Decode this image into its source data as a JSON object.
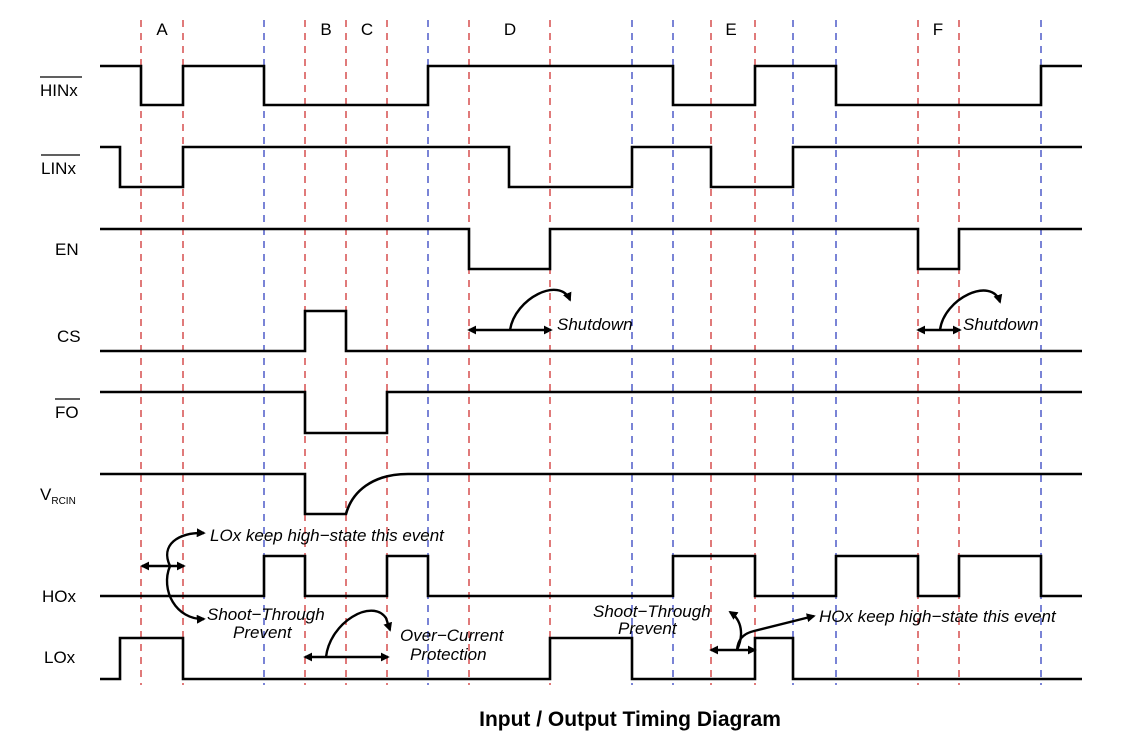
{
  "title": "Input / Output Timing Diagram",
  "regions": [
    "A",
    "B",
    "C",
    "D",
    "E",
    "F"
  ],
  "signals": [
    {
      "key": "hin",
      "label": "HINx",
      "overbar": true
    },
    {
      "key": "lin",
      "label": "LINx",
      "overbar": true
    },
    {
      "key": "en",
      "label": "EN",
      "overbar": false
    },
    {
      "key": "cs",
      "label": "CS",
      "overbar": false
    },
    {
      "key": "fo",
      "label": "FO",
      "overbar": true
    },
    {
      "key": "vrcin",
      "label": "V",
      "subscript": "RCIN",
      "overbar": false
    },
    {
      "key": "ho",
      "label": "HOx",
      "overbar": false
    },
    {
      "key": "lo",
      "label": "LOx",
      "overbar": false
    }
  ],
  "annotations": {
    "lo_keep": "LOx keep high−state this event",
    "shoot1_l1": "Shoot−Through",
    "shoot1_l2": "Prevent",
    "overcurrent_l1": "Over−Current",
    "overcurrent_l2": "Protection",
    "shutdown1": "Shutdown",
    "shutdown2": "Shutdown",
    "shoot2_l1": "Shoot−Through",
    "shoot2_l2": "Prevent",
    "ho_keep": "HOx keep high−state this event"
  },
  "colors": {
    "line": "#000000",
    "marker_red": "#cc2222",
    "marker_blue": "#2233bb"
  }
}
